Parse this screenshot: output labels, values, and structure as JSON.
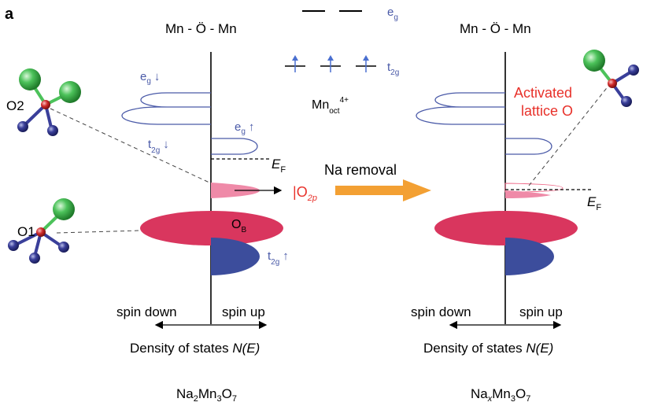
{
  "panel": {
    "label": "a"
  },
  "left": {
    "bond_label": "Mn - Ö - Mn",
    "spin_down_label": "spin down",
    "spin_up_label": "spin up",
    "dos_label_prefix": "Density of states ",
    "dos_label_italic": "N(E)",
    "compound": {
      "base": "Na",
      "sub1": "2",
      "mid": "Mn",
      "sub2": "3",
      "end": "O",
      "sub3": "7"
    },
    "eg_down": {
      "base": "e",
      "sub": "g",
      "arrow": "↓"
    },
    "eg_up": {
      "base": "e",
      "sub": "g",
      "arrow": "↑"
    },
    "t2g_down": {
      "base": "t",
      "sub": "2g",
      "arrow": "↓"
    },
    "t2g_up": {
      "base": "t",
      "sub": "2g",
      "arrow": "↑"
    },
    "fermi": {
      "base": "E",
      "sub": "F"
    },
    "o2p": {
      "bar": "|",
      "base": "O",
      "sub": "2p"
    },
    "ob": {
      "base": "O",
      "sub": "B"
    },
    "site_o2": "O2",
    "site_o1": "O1"
  },
  "middle": {
    "eg_label": {
      "base": "e",
      "sub": "g"
    },
    "t2g_label": {
      "base": "t",
      "sub": "2g"
    },
    "mn_oct": {
      "base": "Mn",
      "sub": "oct",
      "sup": "4+"
    },
    "arrow_label": "Na removal"
  },
  "right": {
    "bond_label": "Mn - Ö - Mn",
    "activated_label_line1": "Activated",
    "activated_label_line2": "lattice O",
    "fermi": {
      "base": "E",
      "sub": "F"
    },
    "spin_down_label": "spin down",
    "spin_up_label": "spin up",
    "dos_label_prefix": "Density of states ",
    "dos_label_italic": "N(E)",
    "compound": {
      "base": "Na",
      "sub1": "x",
      "mid": "Mn",
      "sub2": "3",
      "end": "O",
      "sub3": "7"
    }
  },
  "colors": {
    "orbital_blue": "#4a5aa8",
    "ob_red": "#d9365e",
    "o2p_pink": "#ef8aa8",
    "t2g_fill": "#3c4d9c",
    "arrow_orange": "#f3a033",
    "activated_red": "#e8312a",
    "atom_green": "#4cc25a",
    "atom_blue": "#3a3f9a",
    "atom_red": "#d02a2a"
  }
}
